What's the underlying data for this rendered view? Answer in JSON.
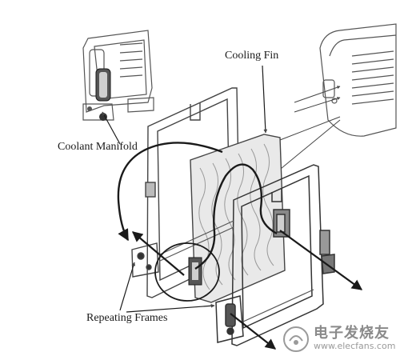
{
  "labels": {
    "cooling_fin": "Cooling Fin",
    "coolant_manifold": "Coolant Manifold",
    "repeating_frames": "Repeating Frames"
  },
  "watermark": {
    "title": "电子发烧友",
    "url": "www.elecfans.com"
  },
  "colors": {
    "line": "#1a1a1a",
    "sketch": "#555555",
    "light": "#9a9a9a"
  }
}
